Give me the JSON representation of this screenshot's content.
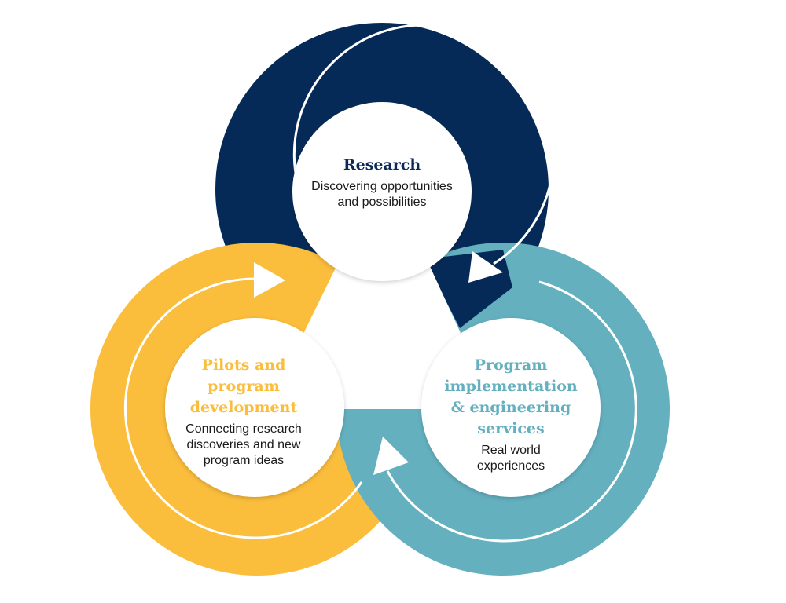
{
  "colors": {
    "research": "#062a57",
    "pilots": "#fbbd3c",
    "program": "#64b0bf",
    "inner": "#ffffff"
  },
  "cycle": [
    {
      "id": "research",
      "title": "Research",
      "description_lines": [
        "Discovering opportunities",
        "and possibilities"
      ]
    },
    {
      "id": "program",
      "title_lines": [
        "Program",
        "implementation",
        "& engineering",
        "services"
      ],
      "description_lines": [
        "Real world",
        "experiences"
      ]
    },
    {
      "id": "pilots",
      "title_lines": [
        "Pilots and",
        "program",
        "development"
      ],
      "description_lines": [
        "Connecting research",
        "discoveries and new",
        "program ideas"
      ]
    }
  ]
}
